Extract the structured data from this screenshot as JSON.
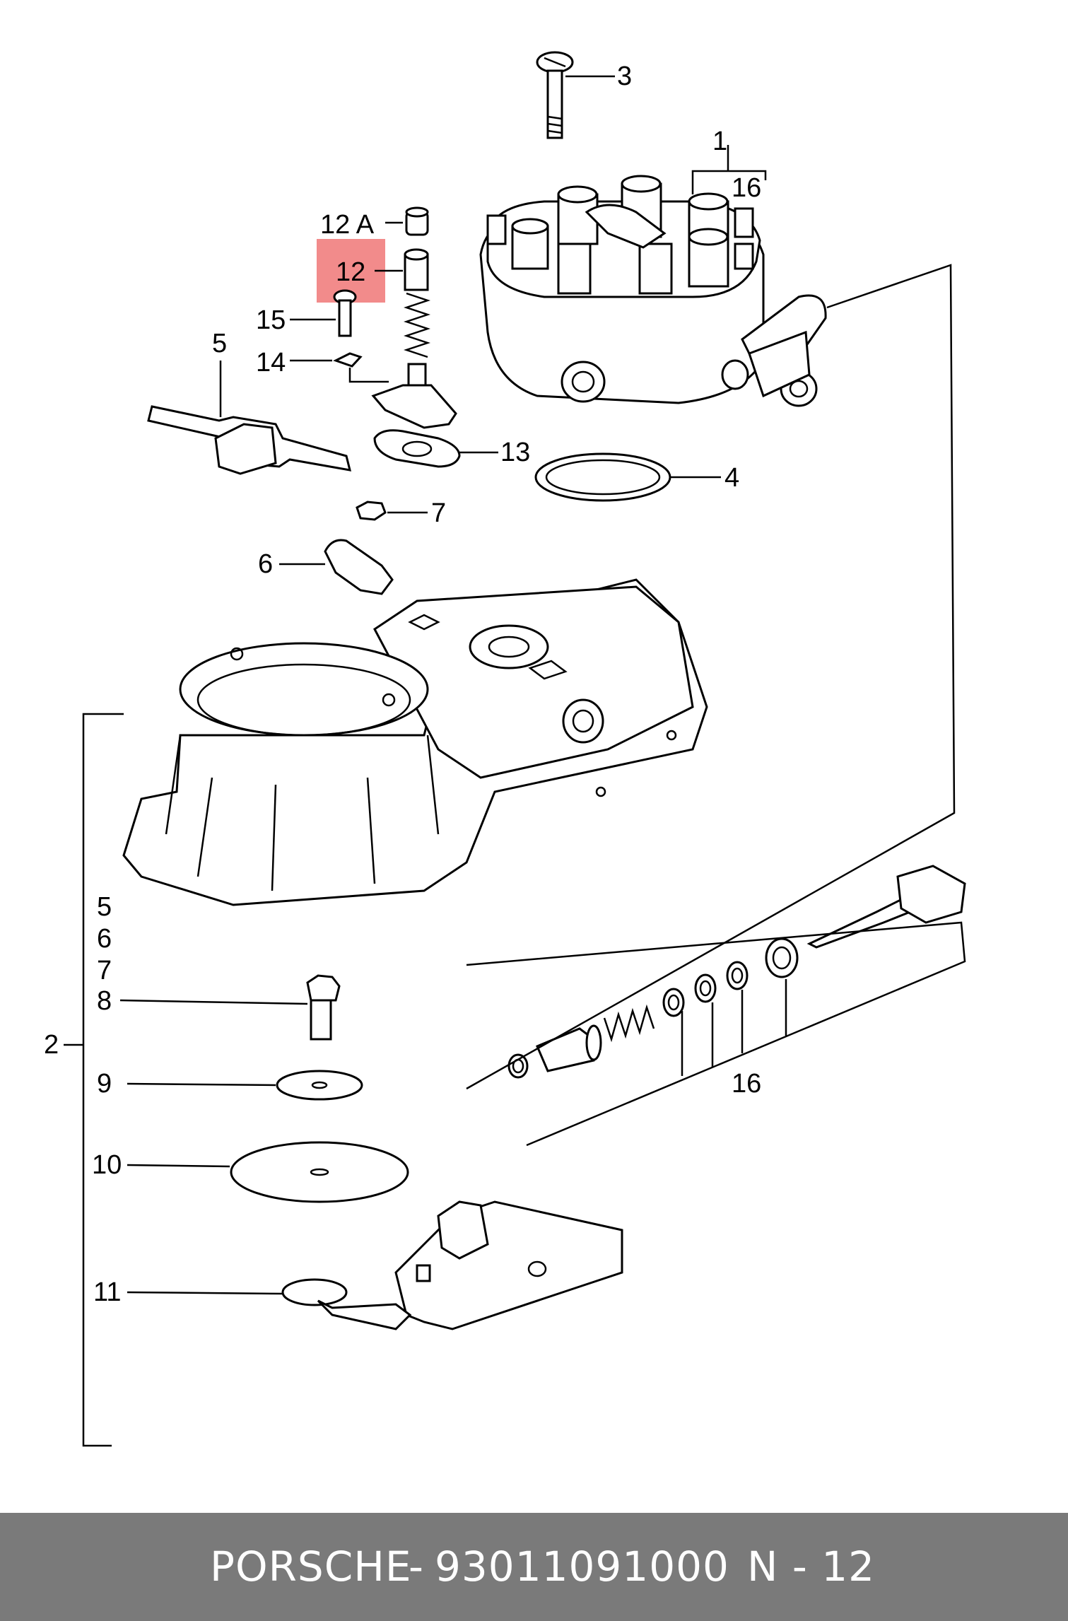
{
  "callouts": {
    "c1": "1",
    "c2": "2",
    "c3": "3",
    "c4": "4",
    "c5_top": "5",
    "c6_top": "6",
    "c7_top": "7",
    "c5_list": "5",
    "c6_list": "6",
    "c7_list": "7",
    "c8": "8",
    "c9": "9",
    "c10": "10",
    "c11": "11",
    "c12": "12",
    "c12a": "12 A",
    "c13": "13",
    "c14": "14",
    "c15": "15",
    "c16_top": "16",
    "c16_bottom": "16"
  },
  "highlight": {
    "color": "#f28b8b",
    "part": "12"
  },
  "footer": {
    "brand": "PORSCHE",
    "separator": "-",
    "part_number": "93011091000",
    "page_ref": "N - 12",
    "background": "#7a7a7a"
  }
}
